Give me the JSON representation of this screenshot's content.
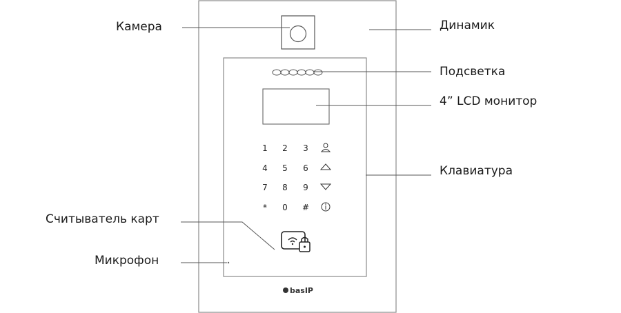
{
  "labels": {
    "camera": "Камера",
    "speaker": "Динамик",
    "backlight": "Подсветка",
    "monitor": "4” LCD монитор",
    "keyboard": "Клавиатура",
    "card_reader": "Считыватель карт",
    "microphone": "Микрофон"
  },
  "keypad": {
    "rows": [
      [
        "1",
        "2",
        "3"
      ],
      [
        "4",
        "5",
        "6"
      ],
      [
        "7",
        "8",
        "9"
      ],
      [
        "*",
        "0",
        "#"
      ]
    ],
    "side_icons": [
      "person-icon",
      "arrow-up-icon",
      "arrow-down-icon",
      "info-icon"
    ]
  },
  "logo": "basIP",
  "colors": {
    "line": "#555555",
    "panel_stroke": "#7a7a7a",
    "text": "#1a1a1a"
  }
}
